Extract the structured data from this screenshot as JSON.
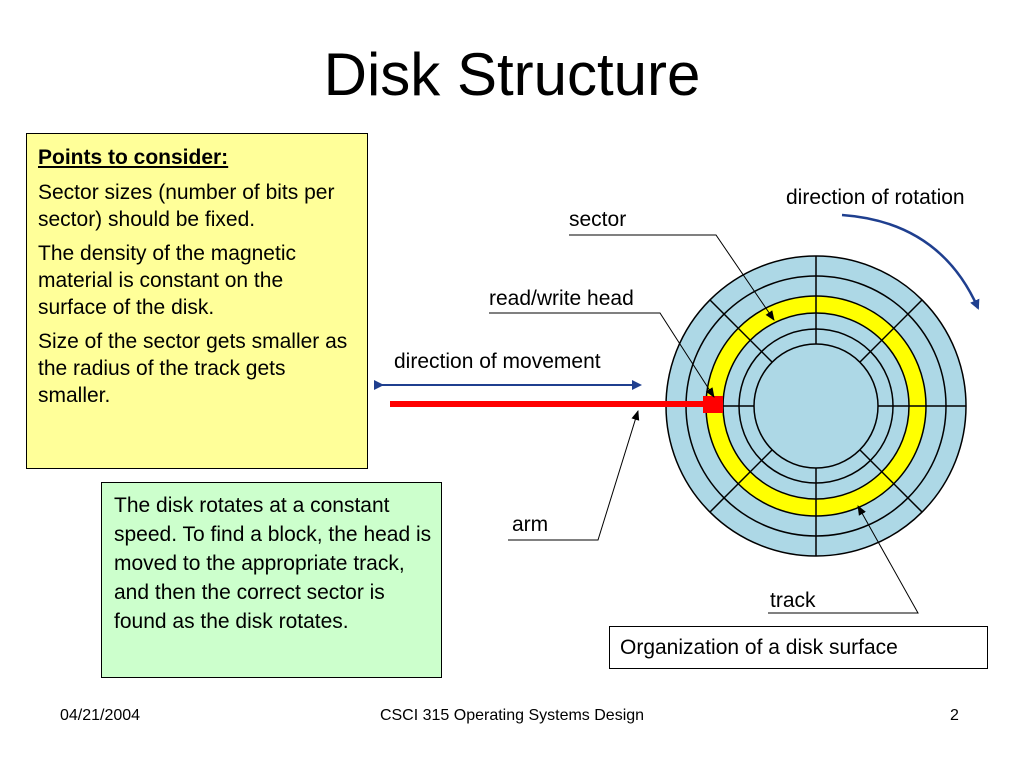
{
  "title": "Disk Structure",
  "points_box": {
    "heading": "Points to consider:",
    "paragraphs": [
      "Sector sizes (number of bits per sector) should be fixed.",
      "The density of the magnetic material is constant on the surface of the disk.",
      "Size of the sector gets smaller as the radius of the track gets smaller."
    ]
  },
  "rotation_box": {
    "text": "The disk rotates at a constant speed. To find a block, the head is moved to the appropriate track, and then the correct sector is found as the disk rotates."
  },
  "diagram": {
    "labels": {
      "direction_of_rotation": "direction of rotation",
      "sector": "sector",
      "read_write_head": "read/write head",
      "direction_of_movement": "direction of movement",
      "arm": "arm",
      "track": "track"
    },
    "caption": "Organization of a disk surface",
    "colors": {
      "disk": "#add8e6",
      "highlighted_track": "#ffff00",
      "arm": "#ff0000",
      "arrows": "#1f3f8f"
    }
  },
  "footer": {
    "date": "04/21/2004",
    "course": "CSCI 315 Operating Systems Design",
    "page_number": "2"
  }
}
